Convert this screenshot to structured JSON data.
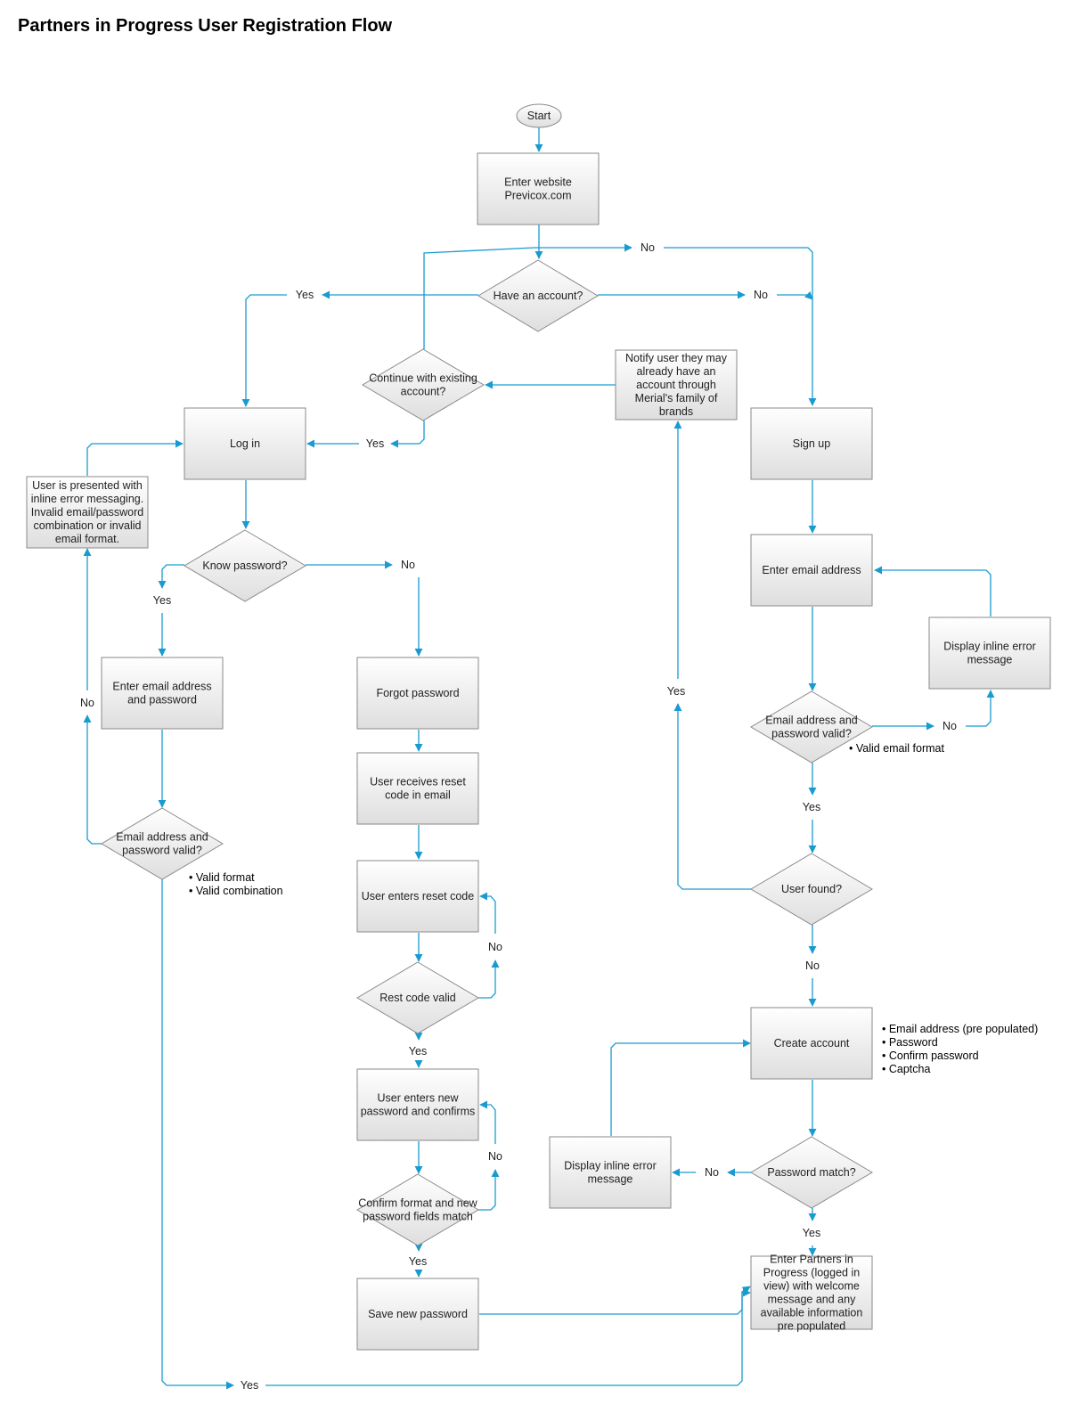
{
  "title": "Partners in Progress User Registration Flow",
  "colors": {
    "connector": "#1a9bd0",
    "shape_border": "#8a8a8a",
    "shape_fill_top": "#ffffff",
    "shape_fill_bottom": "#dedede"
  },
  "nodes": [
    {
      "id": "start",
      "shape": "ellipse",
      "lines": [
        "Start"
      ]
    },
    {
      "id": "enter-website",
      "shape": "rect",
      "lines": [
        "Enter website",
        "Previcox.com"
      ]
    },
    {
      "id": "have-account",
      "shape": "diamond",
      "lines": [
        "Have an account?"
      ]
    },
    {
      "id": "continue-existing",
      "shape": "diamond",
      "lines": [
        "Continue with existing",
        "account?"
      ]
    },
    {
      "id": "notify-user",
      "shape": "rect",
      "lines": [
        "Notify user they may",
        "already have an",
        "account through",
        "Merial's family of",
        "brands"
      ]
    },
    {
      "id": "log-in",
      "shape": "rect",
      "lines": [
        "Log in"
      ]
    },
    {
      "id": "sign-up",
      "shape": "rect",
      "lines": [
        "Sign up"
      ]
    },
    {
      "id": "inline-error-login",
      "shape": "rect",
      "lines": [
        "User is presented with",
        "inline error messaging.",
        "Invalid email/password",
        "combination or invalid",
        "email format."
      ]
    },
    {
      "id": "know-password",
      "shape": "diamond",
      "lines": [
        "Know password?"
      ]
    },
    {
      "id": "enter-email-signup",
      "shape": "rect",
      "lines": [
        "Enter email address"
      ]
    },
    {
      "id": "display-error-1",
      "shape": "rect",
      "lines": [
        "Display inline error",
        "message"
      ]
    },
    {
      "id": "enter-email-password",
      "shape": "rect",
      "lines": [
        "Enter email address",
        "and password"
      ]
    },
    {
      "id": "forgot-password",
      "shape": "rect",
      "lines": [
        "Forgot password"
      ]
    },
    {
      "id": "signup-valid",
      "shape": "diamond",
      "lines": [
        "Email address and",
        "password valid?"
      ]
    },
    {
      "id": "receive-reset",
      "shape": "rect",
      "lines": [
        "User receives reset",
        "code in email"
      ]
    },
    {
      "id": "login-valid",
      "shape": "diamond",
      "lines": [
        "Email address and",
        "password valid?"
      ]
    },
    {
      "id": "user-found",
      "shape": "diamond",
      "lines": [
        "User found?"
      ]
    },
    {
      "id": "enter-reset",
      "shape": "rect",
      "lines": [
        "User enters reset code"
      ]
    },
    {
      "id": "reset-valid",
      "shape": "diamond",
      "lines": [
        "Rest code valid"
      ]
    },
    {
      "id": "create-account",
      "shape": "rect",
      "lines": [
        "Create account"
      ]
    },
    {
      "id": "new-password",
      "shape": "rect",
      "lines": [
        "User enters new",
        "password and confirms"
      ]
    },
    {
      "id": "display-error-2",
      "shape": "rect",
      "lines": [
        "Display inline error",
        "message"
      ]
    },
    {
      "id": "password-match",
      "shape": "diamond",
      "lines": [
        "Password match?"
      ]
    },
    {
      "id": "confirm-format",
      "shape": "diamond",
      "lines": [
        "Confirm format and new",
        "password fields match"
      ]
    },
    {
      "id": "enter-pip",
      "shape": "rect",
      "lines": [
        "Enter Partners in",
        "Progress (logged in",
        "view) with welcome",
        "message and any",
        "available information",
        "pre populated"
      ]
    },
    {
      "id": "save-password",
      "shape": "rect",
      "lines": [
        "Save new password"
      ]
    }
  ],
  "edge_labels": [
    {
      "id": "no-top",
      "text": "No"
    },
    {
      "id": "yes-have-account",
      "text": "Yes"
    },
    {
      "id": "no-have-account",
      "text": "No"
    },
    {
      "id": "yes-continue",
      "text": "Yes"
    },
    {
      "id": "no-know-password",
      "text": "No"
    },
    {
      "id": "yes-know-password",
      "text": "Yes"
    },
    {
      "id": "yes-user-found",
      "text": "Yes"
    },
    {
      "id": "no-login-valid",
      "text": "No"
    },
    {
      "id": "no-signup-valid",
      "text": "No"
    },
    {
      "id": "yes-signup-valid",
      "text": "Yes"
    },
    {
      "id": "no-reset-valid",
      "text": "No"
    },
    {
      "id": "no-user-found",
      "text": "No"
    },
    {
      "id": "yes-reset-valid",
      "text": "Yes"
    },
    {
      "id": "no-confirm-format",
      "text": "No"
    },
    {
      "id": "no-password-match",
      "text": "No"
    },
    {
      "id": "yes-password-match",
      "text": "Yes"
    },
    {
      "id": "yes-confirm-format",
      "text": "Yes"
    },
    {
      "id": "yes-login-valid",
      "text": "Yes"
    }
  ],
  "notes": [
    {
      "id": "signup-valid-criteria",
      "lines": [
        "• Valid email format"
      ]
    },
    {
      "id": "login-valid-criteria",
      "lines": [
        "• Valid format",
        "• Valid combination"
      ]
    },
    {
      "id": "create-account-fields",
      "lines": [
        "• Email address (pre populated)",
        "• Password",
        "• Confirm password",
        "• Captcha"
      ]
    }
  ]
}
